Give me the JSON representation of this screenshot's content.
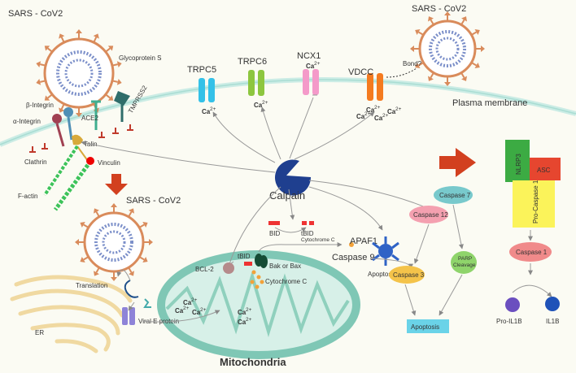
{
  "virus_labels": {
    "top_left": "SARS - CoV2",
    "top_right": "SARS - CoV2",
    "middle": "SARS - CoV2"
  },
  "membrane": {
    "glycoprotein": "Glycoprotein S",
    "tmprss2": "TMPRSS2",
    "ace2": "ACE2",
    "beta_integrin": "β-Integrin",
    "alpha_integrin": "α-Integrin",
    "talin": "Talin",
    "clathrin": "Clathrin",
    "vinculin": "Vinculin",
    "factin": "F-actin",
    "plasma_membrane": "Plasma membrane"
  },
  "channels": {
    "trpc5": "TRPC5",
    "trpc6": "TRPC6",
    "ncx1": "NCX1",
    "vdcc": "VDCC",
    "bond": "Bond?",
    "ca": "Ca",
    "ca_sup": "2+"
  },
  "calpain": "Calpain",
  "er": {
    "translation": "Translation",
    "er": "ER",
    "viral_e": "Viral E protein"
  },
  "mito": {
    "bcl2": "BCL-2",
    "tbid": "tBID",
    "bid": "BID",
    "tbid2": "tBID",
    "bak": "Bak or Bax",
    "cytc_inner": "Cytochrome C",
    "cytc_outer": "Cytochrome C",
    "mitochondria": "Mitochondria"
  },
  "apoptosome": {
    "apaf1": "APAF1",
    "caspase9": "Caspase 9",
    "label": "Apoptosome"
  },
  "caspases": {
    "c12": "Caspase 12",
    "c7": "Caspase 7",
    "c3": "Caspase 3",
    "parp": "PARP",
    "parp2": "Cleavage",
    "apoptosis": "Apoptosis"
  },
  "inflammasome": {
    "nlrp3": "NLRP3",
    "asc": "ASC",
    "procasp1": "Pro-Caspase 1",
    "casp1": "Caspase 1",
    "pro_il1b": "Pro-IL1B",
    "il1b": "IL1B"
  },
  "colors": {
    "background": "#fbfbf3",
    "membrane": "#bfe6df",
    "virus_spike": "#d98b5b",
    "calpain": "#1f3f8f",
    "trpc5": "#34c1e8",
    "trpc6": "#8dc63f",
    "ncx1": "#f49ac9",
    "vdcc": "#f47b20",
    "mito_outer": "#7fc7b5",
    "red_arrow": "#d2401f"
  }
}
